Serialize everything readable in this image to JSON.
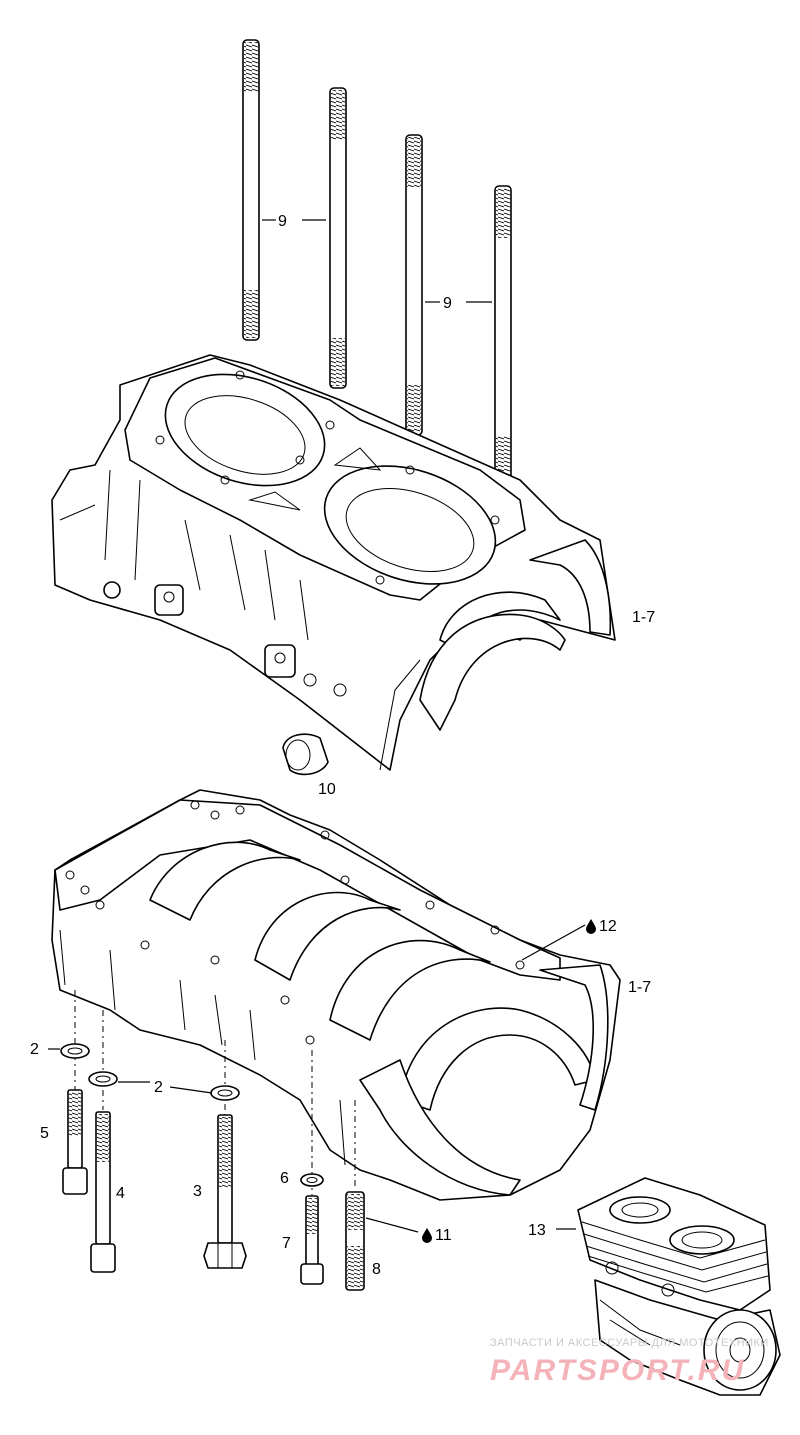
{
  "callouts": {
    "studs_a": "9",
    "studs_b": "9",
    "upper_crankcase": "1-7",
    "plug": "10",
    "lower_crankcase": "1-7",
    "sealant_12": "12",
    "washer_left": "2",
    "washer_mid": "2",
    "screw_5": "5",
    "screw_4": "4",
    "screw_3": "3",
    "washer_6": "6",
    "screw_7": "7",
    "stud_8": "8",
    "sealant_11": "11",
    "engine_assembly": "13"
  },
  "watermark": {
    "line1": "ЗАПЧАСТИ И АКСЕССУАРЫ ДЛЯ МОТОТЕХНИКИ",
    "line2": "PARTSPORT.RU"
  },
  "colors": {
    "ink": "#000000",
    "watermark_text": "#c9c9c9",
    "watermark_logo": "#f4b3b8"
  },
  "icons": {
    "sealant": "drop-icon"
  }
}
